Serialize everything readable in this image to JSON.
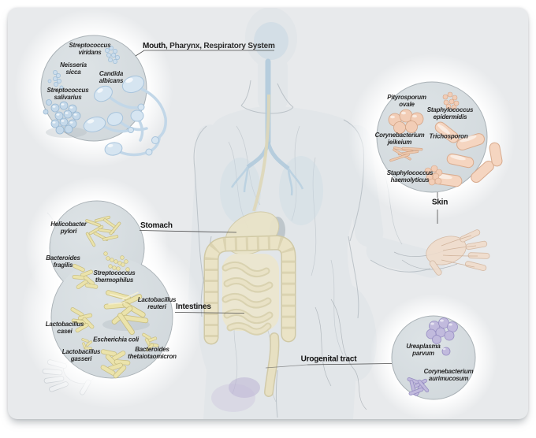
{
  "regions": {
    "respiratory": {
      "label_bold": "Mouth",
      "label_rest": ", Pharynx, Respiratory System",
      "organisms": {
        "viridans": "Streptococcus viridans",
        "sicca": "Neisseria sicca",
        "albicans": "Candida albicans",
        "salivarius": "Streptococcus salivarius"
      }
    },
    "skin": {
      "label": "Skin",
      "organisms": {
        "ovale": "Pityrosporum ovale",
        "epidermidis": "Staphylococcus epidermidis",
        "jeikeium": "Corynebacterium jeikeium",
        "trichosporon": "Trichosporon",
        "haemolyticus": "Staphylococcus haemolyticus"
      }
    },
    "stomach": {
      "label": "Stomach",
      "organisms": {
        "pylori": "Helicobacter pylori",
        "fragilis": "Bacteroides fragilis",
        "thermophilus": "Streptococcus thermophilus"
      }
    },
    "intestines": {
      "label": "Intestines",
      "organisms": {
        "reuteri": "Lactobacillus reuteri",
        "casei": "Lactobacillus casei",
        "coli": "Escherichia coli",
        "gasseri": "Lactobacillus gasseri",
        "thetaiotaomicron": "Bacteroides thetaiotaomicron"
      }
    },
    "urogenital": {
      "label": "Urogenital tract",
      "organisms": {
        "parvum": "Ureaplasma parvum",
        "aurimucosum": "Corynebacterium aurimucosum"
      }
    }
  },
  "colors": {
    "background": "#e8eaec",
    "circle_fill": "#d7dde1",
    "respiratory_accent": "#cbddec",
    "skin_accent": "#f3cfba",
    "gut_accent": "#ebe3ad",
    "urogenital_accent": "#c1badd"
  }
}
